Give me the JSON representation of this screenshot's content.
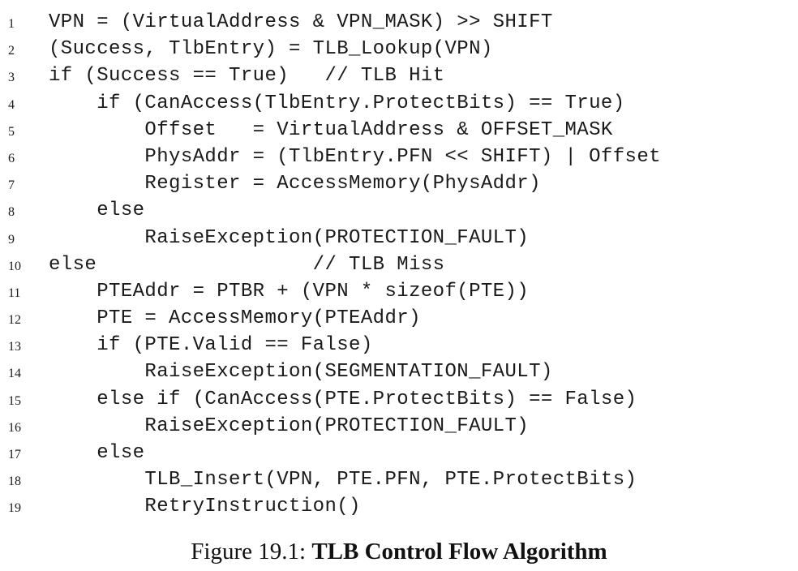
{
  "listing": {
    "lines": [
      {
        "number": "1",
        "code": "VPN = (VirtualAddress & VPN_MASK) >> SHIFT"
      },
      {
        "number": "2",
        "code": "(Success, TlbEntry) = TLB_Lookup(VPN)"
      },
      {
        "number": "3",
        "code": "if (Success == True)   // TLB Hit"
      },
      {
        "number": "4",
        "code": "    if (CanAccess(TlbEntry.ProtectBits) == True)"
      },
      {
        "number": "5",
        "code": "        Offset   = VirtualAddress & OFFSET_MASK"
      },
      {
        "number": "6",
        "code": "        PhysAddr = (TlbEntry.PFN << SHIFT) | Offset"
      },
      {
        "number": "7",
        "code": "        Register = AccessMemory(PhysAddr)"
      },
      {
        "number": "8",
        "code": "    else"
      },
      {
        "number": "9",
        "code": "        RaiseException(PROTECTION_FAULT)"
      },
      {
        "number": "10",
        "code": "else                  // TLB Miss"
      },
      {
        "number": "11",
        "code": "    PTEAddr = PTBR + (VPN * sizeof(PTE))"
      },
      {
        "number": "12",
        "code": "    PTE = AccessMemory(PTEAddr)"
      },
      {
        "number": "13",
        "code": "    if (PTE.Valid == False)"
      },
      {
        "number": "14",
        "code": "        RaiseException(SEGMENTATION_FAULT)"
      },
      {
        "number": "15",
        "code": "    else if (CanAccess(PTE.ProtectBits) == False)"
      },
      {
        "number": "16",
        "code": "        RaiseException(PROTECTION_FAULT)"
      },
      {
        "number": "17",
        "code": "    else"
      },
      {
        "number": "18",
        "code": "        TLB_Insert(VPN, PTE.PFN, PTE.ProtectBits)"
      },
      {
        "number": "19",
        "code": "        RetryInstruction()"
      }
    ]
  },
  "caption": {
    "label": "Figure 19.1:",
    "title": "TLB Control Flow Algorithm"
  }
}
